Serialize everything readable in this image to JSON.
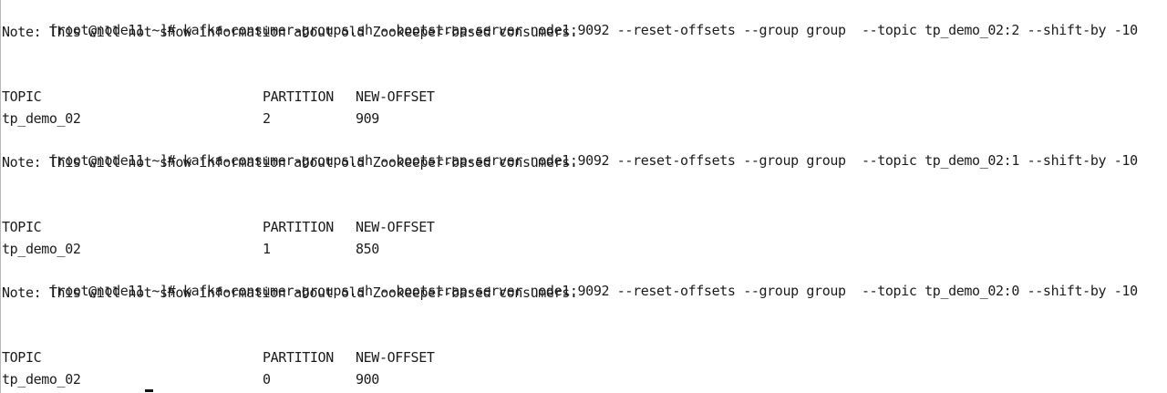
{
  "prompt": "[root@node11 ~]#",
  "note": "Note: This will not show information about old Zookeeper-based consumers.",
  "headers": {
    "topic": "TOPIC",
    "partition": "PARTITION",
    "new_offset": "NEW-OFFSET"
  },
  "blocks": [
    {
      "command": "kafka-consumer-groups.sh --bootstrap-server node1:9092 --reset-offsets --group group  --topic tp_demo_02:2 --shift-by -10",
      "row": {
        "topic": "tp_demo_02",
        "partition": "2",
        "new_offset": "909"
      }
    },
    {
      "command": "kafka-consumer-groups.sh --bootstrap-server node1:9092 --reset-offsets --group group  --topic tp_demo_02:1 --shift-by -10",
      "row": {
        "topic": "tp_demo_02",
        "partition": "1",
        "new_offset": "850"
      }
    },
    {
      "command": "kafka-consumer-groups.sh --bootstrap-server node1:9092 --reset-offsets --group group  --topic tp_demo_02:0 --shift-by -10",
      "row": {
        "topic": "tp_demo_02",
        "partition": "0",
        "new_offset": "900"
      }
    }
  ]
}
